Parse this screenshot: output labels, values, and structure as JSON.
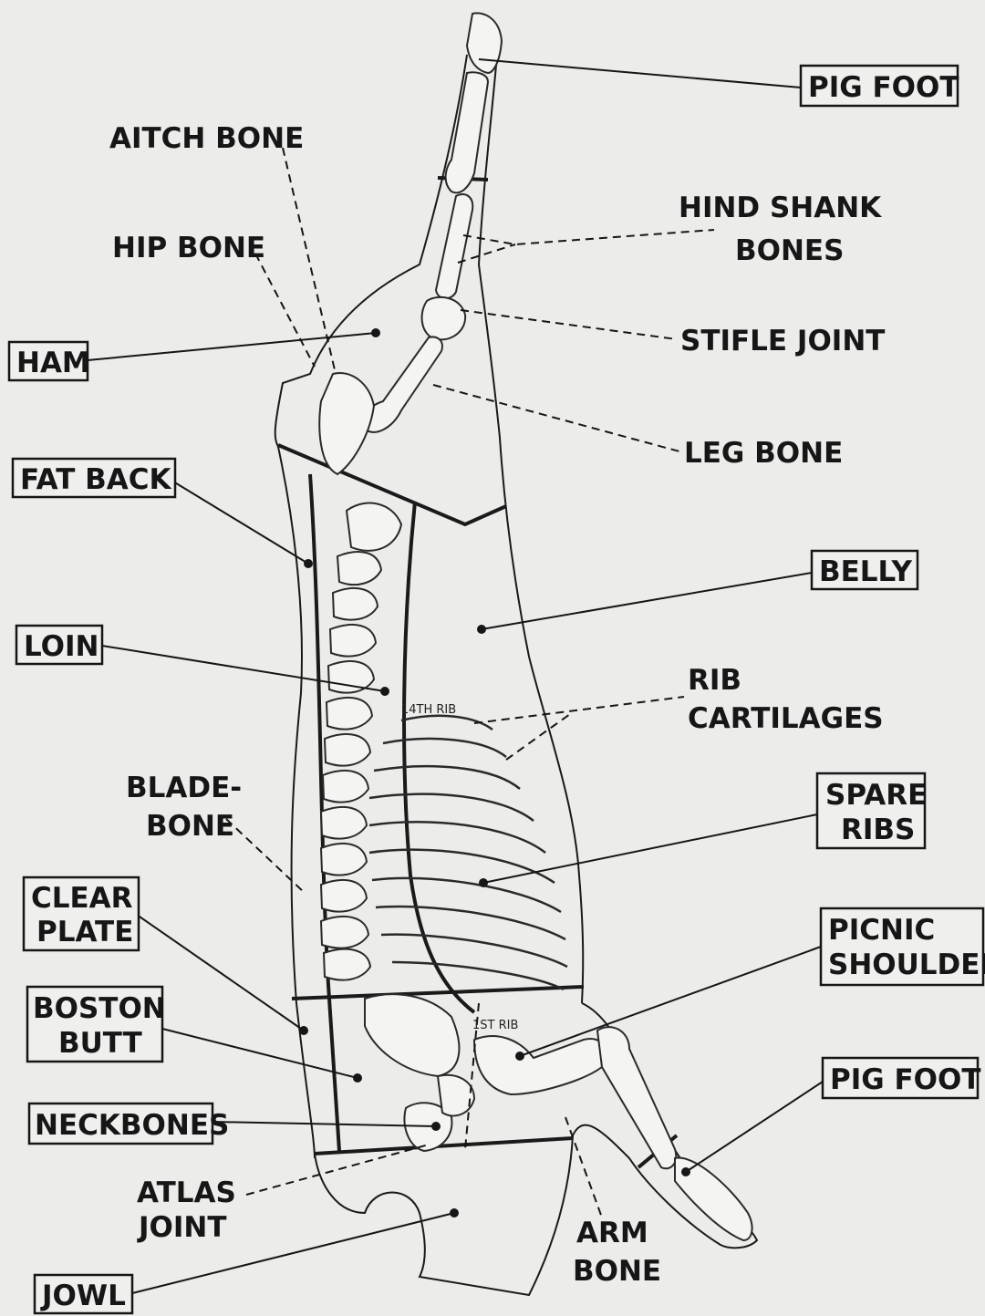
{
  "labels": {
    "pig_foot_hind": "PIG FOOT",
    "aitch_bone": "AITCH BONE",
    "hind_shank_1": "HIND SHANK",
    "hind_shank_2": "BONES",
    "hip_bone": "HIP BONE",
    "stifle_joint": "STIFLE JOINT",
    "ham": "HAM",
    "leg_bone": "LEG BONE",
    "fat_back": "FAT BACK",
    "belly": "BELLY",
    "loin": "LOIN",
    "rib_cart_1": "RIB",
    "rib_cart_2": "CARTILAGES",
    "blade_1": "BLADE-",
    "blade_2": "BONE",
    "spare_1": "SPARE",
    "spare_2": "RIBS",
    "clear_1": "CLEAR",
    "clear_2": "PLATE",
    "picnic_1": "PICNIC",
    "picnic_2": "SHOULDER",
    "boston_1": "BOSTON",
    "boston_2": "BUTT",
    "pig_foot_fore": "PIG FOOT",
    "neckbones": "NECKBONES",
    "atlas_1": "ATLAS",
    "atlas_2": "JOINT",
    "arm_1": "ARM",
    "arm_2": "BONE",
    "jowl": "JOWL",
    "rib_14": "14TH RIB",
    "rib_1": "1ST RIB"
  },
  "colors": {
    "ink": "#161616",
    "paper": "#ececea"
  }
}
